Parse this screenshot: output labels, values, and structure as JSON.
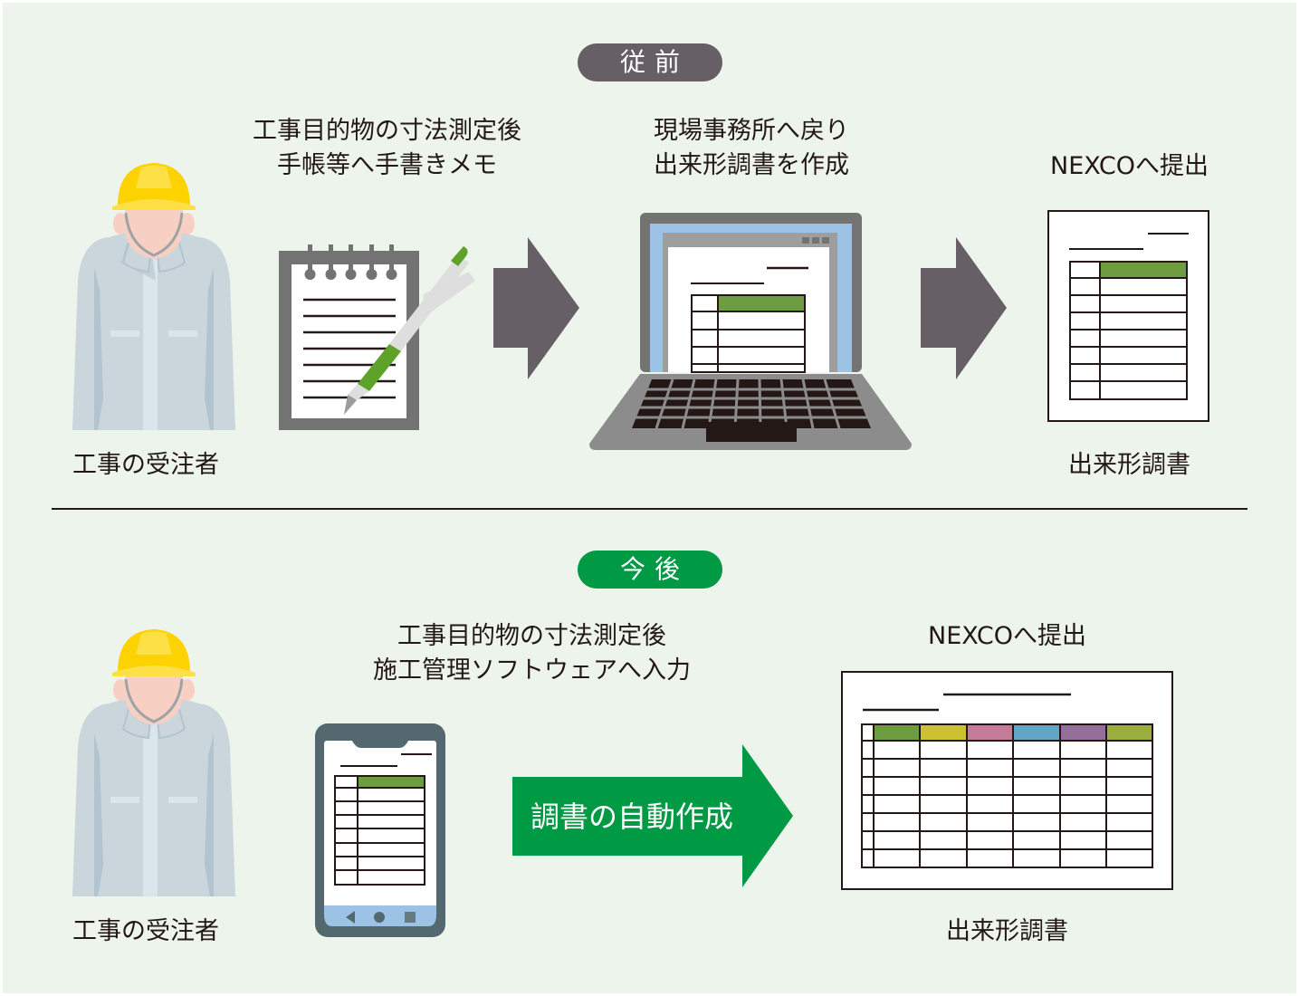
{
  "colors": {
    "background": "#edf4ec",
    "pill_before": "#675f66",
    "pill_after": "#009944",
    "arrow_gray": "#675f66",
    "arrow_green": "#009944",
    "table_header_green": "#6e9c41",
    "text": "#231815"
  },
  "before": {
    "pill_label": "従前",
    "worker_label": "工事の受注者",
    "step1": {
      "line1": "工事目的物の寸法測定後",
      "line2": "手帳等へ手書きメモ"
    },
    "step2": {
      "line1": "現場事務所へ戻り",
      "line2": "出来形調書を作成"
    },
    "step3": {
      "heading": "NEXCOへ提出",
      "doc_label": "出来形調書"
    },
    "icons": [
      "worker-icon",
      "notepad-pen-icon",
      "arrow-right-icon",
      "laptop-icon",
      "arrow-right-icon",
      "document-icon"
    ]
  },
  "after": {
    "pill_label": "今後",
    "worker_label": "工事の受注者",
    "step1": {
      "line1": "工事目的物の寸法測定後",
      "line2": "施工管理ソフトウェアへ入力"
    },
    "arrow_label": "調書の自動作成",
    "step2": {
      "heading": "NEXCOへ提出",
      "doc_label": "出来形調書"
    },
    "table_header_colors": [
      "#6e9c41",
      "#ccc12f",
      "#c47a99",
      "#62a5c4",
      "#946f99",
      "#9aad3f"
    ],
    "icons": [
      "worker-icon",
      "smartphone-icon",
      "arrow-right-icon",
      "spreadsheet-document-icon"
    ]
  }
}
